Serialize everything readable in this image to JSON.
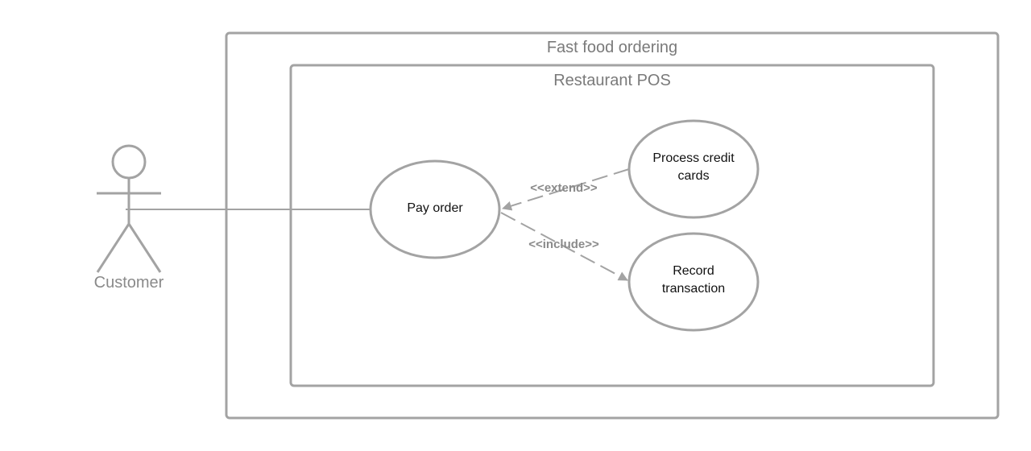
{
  "colors": {
    "stroke": "#a3a3a3",
    "boundary_text": "#7a7a7a",
    "actor_text": "#8a8a8a",
    "usecase_text": "#111111",
    "background": "#ffffff"
  },
  "boundaries": {
    "outer_title": "Fast food ordering",
    "inner_title": "Restaurant POS"
  },
  "actor": {
    "name": "Customer"
  },
  "use_cases": {
    "pay_order": {
      "line1": "Pay order"
    },
    "process_credit_cards": {
      "line1": "Process credit",
      "line2": "cards"
    },
    "record_transaction": {
      "line1": "Record",
      "line2": "transaction"
    }
  },
  "relationships": {
    "extend_label": "<<extend>>",
    "include_label": "<<include>>"
  }
}
